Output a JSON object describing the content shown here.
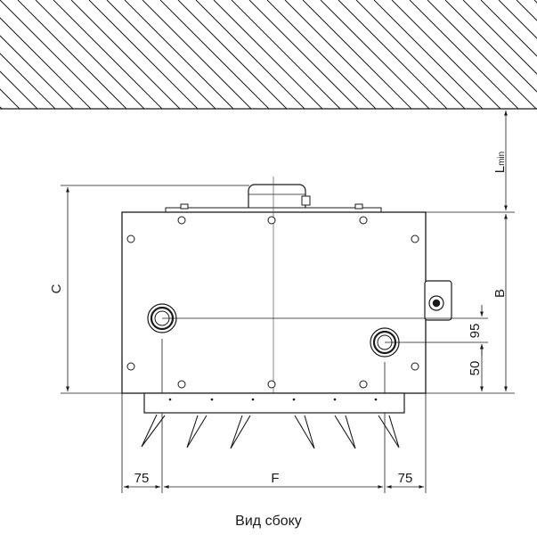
{
  "caption": "Вид сбоку",
  "dimensions": {
    "c": "C",
    "b": "B",
    "f": "F",
    "l_main": "L",
    "l_sub": "min",
    "d95": "95",
    "d50": "50",
    "d75_left": "75",
    "d75_right": "75"
  },
  "colors": {
    "line": "#1a1a1a",
    "center_line": "#555555"
  }
}
